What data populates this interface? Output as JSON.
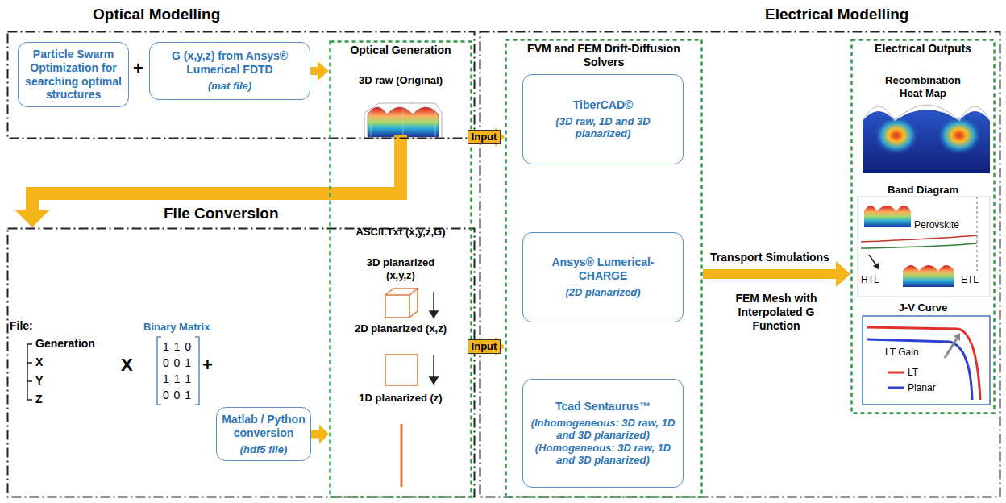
{
  "diagram": {
    "nodes": [
      {
        "text": [
          "Optical Modelling"
        ]
      },
      {
        "text": [
          "Particle Swarm Optimization for searching optimal structures"
        ],
        "in": 0
      },
      {
        "text": [
          "G (x,y,z) from Ansys® Lumerical FDTD",
          "(mat file)"
        ],
        "in": 0
      },
      {
        "text": [
          "File Conversion"
        ]
      },
      {
        "text": [
          "Matlab / Python conversion",
          "(hdf5 file)"
        ],
        "in": 3
      },
      {
        "text": [
          "Optical Generation"
        ]
      },
      {
        "text": [
          "Electrical Modelling"
        ]
      },
      {
        "text": [
          "FVM and FEM Drift-Diffusion Solvers"
        ],
        "in": 6
      },
      {
        "text": [
          "TiberCAD©",
          "(3D raw, 1D and 3D planarized)"
        ],
        "in": 7
      },
      {
        "text": [
          "Ansys® Lumerical-CHARGE",
          "(2D planarized)"
        ],
        "in": 7
      },
      {
        "text": [
          "Tcad Sentaurus™",
          "(Inhomogeneous: 3D raw, 1D and 3D planarized) (Homogeneous: 3D raw, 1D and 3D planarized)"
        ],
        "in": 7
      },
      {
        "text": [
          "Electrical Outputs"
        ],
        "in": 6
      }
    ],
    "edges": [
      {
        "from": 2,
        "to": 5,
        "arrow": "to"
      },
      {
        "from": 5,
        "to": 3,
        "arrow": "to"
      },
      {
        "from": 4,
        "to": 5,
        "arrow": "to"
      },
      {
        "from": 5,
        "to": 7,
        "label": "Input",
        "arrow": "to"
      },
      {
        "from": 5,
        "to": 7,
        "label": "Input",
        "arrow": "to"
      },
      {
        "from": 7,
        "to": 11,
        "label": "Transport Simulations",
        "arrow": "to"
      }
    ],
    "labels": [
      "+",
      "3D raw (Original)",
      "ASCII.Txt (x,y,z,G)",
      "3D planarized (x,y,z)",
      "2D planarized (x,z)",
      "1D planarized (z)",
      "File:",
      "Generation",
      "X",
      "Y",
      "Z",
      "X",
      "Binary Matrix",
      "1 1 0",
      "0 0 1",
      "1 1 1",
      "0 0 1",
      "+",
      "FEM Mesh with Interpolated G Function",
      "Recombination Heat Map",
      "Band Diagram",
      "Perovskite",
      "HTL",
      "ETL",
      "J-V Curve",
      "LT Gain"
    ],
    "legend": [
      {
        "text": "LT"
      },
      {
        "text": "Planar"
      }
    ]
  }
}
